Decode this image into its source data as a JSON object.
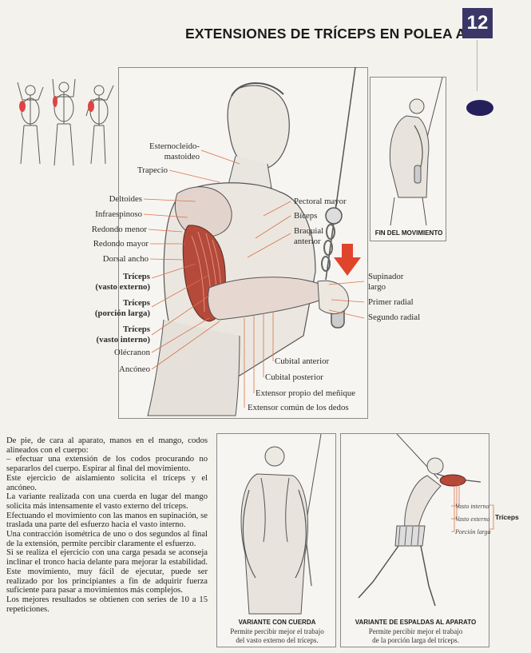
{
  "header": {
    "title": "EXTENSIONES DE TRÍCEPS EN POLEA ALTA",
    "chapter_number": "12"
  },
  "main_figure": {
    "labels_left": [
      "Esternocleido-",
      "mastoideo",
      "Trapecio",
      "Deltoides",
      "Infraespinoso",
      "Redondo menor",
      "Redondo mayor",
      "Dorsal ancho",
      "Tríceps",
      "(vasto externo)",
      "Tríceps",
      "(porción larga)",
      "Tríceps",
      "(vasto interno)",
      "Olécranon",
      "Ancóneo"
    ],
    "labels_right": [
      "Pectoral mayor",
      "Bíceps",
      "Braquial",
      "anterior",
      "Supinador",
      "largo",
      "Primer radial",
      "Segundo radial"
    ],
    "labels_bottom": [
      "Cubital anterior",
      "Cubital posterior",
      "Extensor propio del meñique",
      "Extensor común de los dedos"
    ]
  },
  "end_panel": {
    "caption": "FIN DEL MOVIMIENTO"
  },
  "description": {
    "paragraphs": [
      "De pie, de cara al aparato, manos en el mango, codos alineados con el cuerpo:",
      "– efectuar una extensión de los codos procurando no separarlos del cuerpo. Espirar al final del movimiento.",
      "Este ejercicio de aislamiento solicita el tríceps y el ancóneo.",
      "La variante realizada con una cuerda en lugar del mango solicita más intensamente el vasto externo del tríceps.",
      "Efectuando el movimiento con las manos en supinación, se traslada una parte del esfuerzo hacia el vasto interno.",
      "Una contracción isométrica de uno o dos segundos al final de la extensión, permite percibir claramente el esfuerzo.",
      "Si se realiza el ejercicio con una carga pesada se aconseja inclinar el tronco hacia delante para mejorar la estabilidad. Este movimiento, muy fácil de ejecutar, puede ser realizado por los principiantes a fin de adquirir fuerza suficiente para pasar a movimientos más complejos.",
      "Los mejores resultados se obtienen con series de 10 a 15 repeticiones."
    ]
  },
  "variant_rope": {
    "caption": "VARIANTE CON CUERDA",
    "sub_line1": "Permite percibir mejor el trabajo",
    "sub_line2": "del vasto externo del tríceps."
  },
  "variant_back": {
    "caption": "VARIANTE DE ESPALDAS AL APARATO",
    "sub_line1": "Permite percibir mejor el trabajo",
    "sub_line2": "de la porción larga del tríceps.",
    "labels": [
      "Vasto interno",
      "Vasto externo",
      "Porción larga"
    ],
    "group_label": "Tríceps"
  },
  "colors": {
    "accent_navy": "#3a3668",
    "muscle_red": "#b5493a",
    "arrow_red": "#e0452c",
    "line_orange": "#d9734a"
  }
}
